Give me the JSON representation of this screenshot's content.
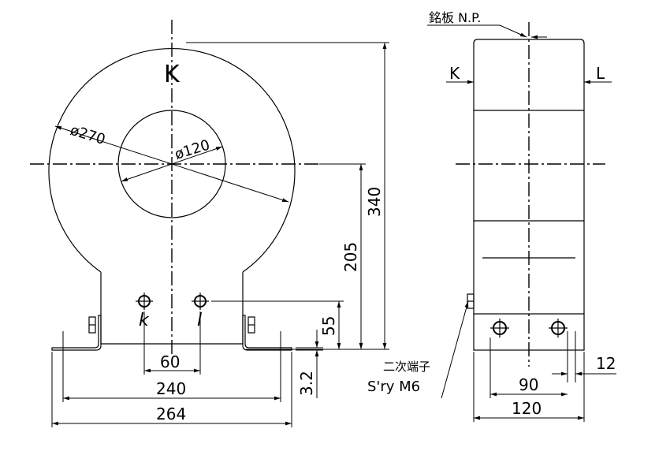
{
  "front_view": {
    "top_terminal": "K",
    "outer_diameter": "ø270",
    "inner_diameter": "ø120",
    "height_total": "340",
    "height_center": "205",
    "height_terminal": "55",
    "base_thickness": "3.2",
    "terminal_spacing": "60",
    "hole_spacing": "240",
    "base_width": "264",
    "secondary_terminal_left": "k",
    "secondary_terminal_right": "l"
  },
  "side_view": {
    "nameplate_label": "銘板 N.P.",
    "left_terminal": "K",
    "right_terminal": "L",
    "secondary_terminal_jp": "二次端子",
    "secondary_terminal_en": "S'ry M6",
    "slot_width": "12",
    "hole_spacing": "90",
    "base_width": "120"
  }
}
